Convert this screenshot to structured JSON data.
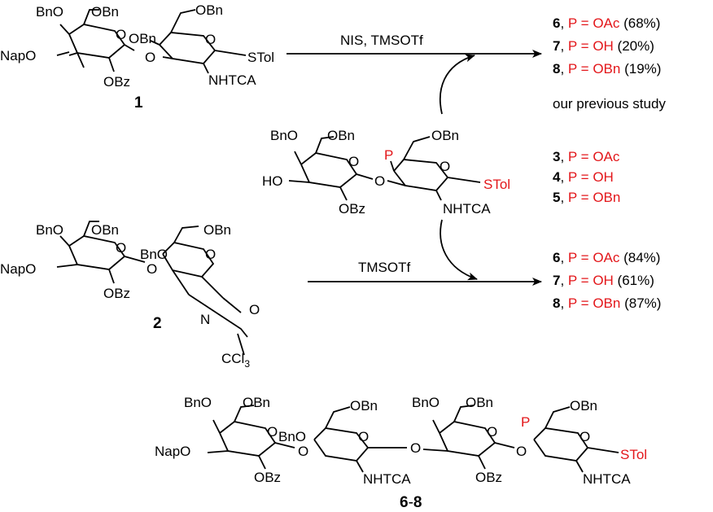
{
  "colors": {
    "ink": "#000000",
    "highlight": "#e3161a"
  },
  "compound1": {
    "number": "1",
    "groups": {
      "bn1": "BnO",
      "obn1": "OBn",
      "nap": "NapO",
      "obz": "OBz",
      "bn2": "OBn",
      "obn2": "OBn",
      "o_link": "O",
      "ring_o1": "O",
      "ring_o2": "O",
      "stol": "STol",
      "nhtca": "NHTCA"
    }
  },
  "compound2": {
    "number": "2",
    "groups": {
      "bn1": "BnO",
      "obn1": "OBn",
      "nap": "NapO",
      "obz": "OBz",
      "bn2": "BnO",
      "obn2": "OBn",
      "o_link": "O",
      "ring_o1": "O",
      "ring_o2": "O",
      "n": "N",
      "ox_o": "O",
      "ccl": "CCl",
      "ccl_sub": "3"
    }
  },
  "acceptor": {
    "groups": {
      "bn1": "BnO",
      "obn1": "OBn",
      "ho": "HO",
      "obz": "OBz",
      "p": "P",
      "obn2": "OBn",
      "o_link": "O",
      "ring_o1": "O",
      "ring_o2": "O",
      "stol": "STol",
      "nhtca": "NHTCA"
    },
    "variants": [
      {
        "num": "3",
        "eq": ", ",
        "p": "P = OAc",
        "yield": ""
      },
      {
        "num": "4",
        "eq": ", ",
        "p": "P = OH",
        "yield": ""
      },
      {
        "num": "5",
        "eq": ", ",
        "p": "P = OBn",
        "yield": ""
      }
    ]
  },
  "reaction_top": {
    "reagents": "NIS, TMSOTf",
    "products": [
      {
        "num": "6",
        "eq": ", ",
        "p": "P = OAc",
        "yield": " (68%)"
      },
      {
        "num": "7",
        "eq": ", ",
        "p": "P = OH",
        "yield": " (20%)"
      },
      {
        "num": "8",
        "eq": ", ",
        "p": "P = OBn",
        "yield": " (19%)"
      }
    ],
    "note": "our previous study"
  },
  "reaction_bottom": {
    "reagents": "TMSOTf",
    "products": [
      {
        "num": "6",
        "eq": ", ",
        "p": "P = OAc",
        "yield": " (84%)"
      },
      {
        "num": "7",
        "eq": ", ",
        "p": "P = OH",
        "yield": " (61%)"
      },
      {
        "num": "8",
        "eq": ", ",
        "p": "P = OBn",
        "yield": " (87%)"
      }
    ]
  },
  "tetrasaccharide": {
    "label_a": "6",
    "label_dash": "-",
    "label_b": "8",
    "groups": {
      "bn1": "BnO",
      "obn1": "OBn",
      "nap": "NapO",
      "obz1": "OBz",
      "bn2": "BnO",
      "obn2": "OBn",
      "o1": "O",
      "nhtca1": "NHTCA",
      "o2": "O",
      "bn3": "BnO",
      "obn3": "OBn",
      "obz2": "OBz",
      "p": "P",
      "obn4": "OBn",
      "o3": "O",
      "stol": "STol",
      "nhtca2": "NHTCA",
      "r1": "O",
      "r2": "O",
      "r3": "O",
      "r4": "O"
    }
  }
}
